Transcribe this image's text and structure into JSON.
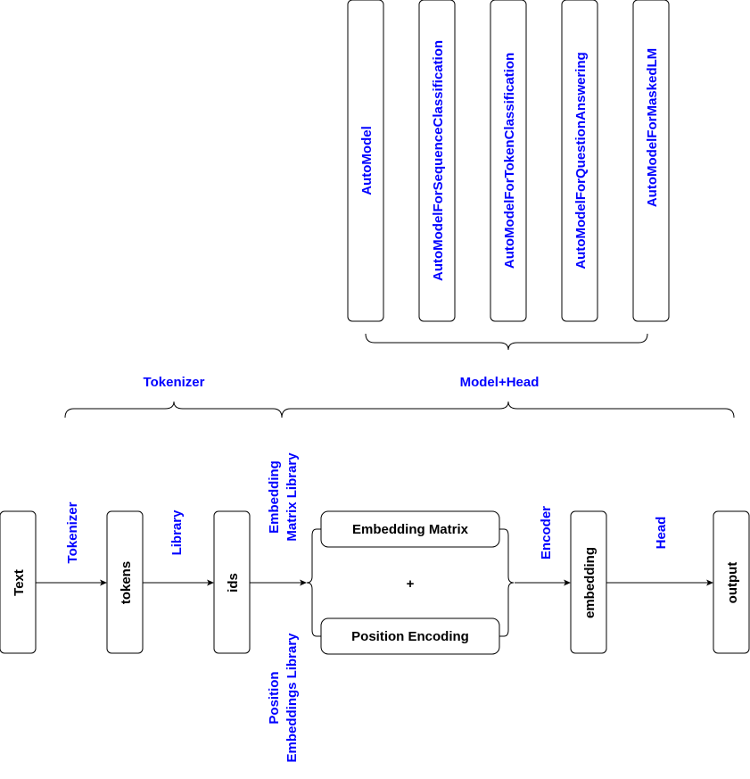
{
  "auto_models": [
    "AutoModel",
    "AutoModelForSequenceClassification",
    "AutoModelForTokenClassification",
    "AutoModelForQuestionAnswering",
    "AutoModelForMaskedLM"
  ],
  "groups": {
    "tokenizer": "Tokenizer",
    "model_head": "Model+Head"
  },
  "nodes": {
    "text": "Text",
    "tokens": "tokens",
    "ids": "ids",
    "embedding_matrix": "Embedding Matrix",
    "plus": "+",
    "position_encoding": "Position Encoding",
    "embedding": "embedding",
    "output": "output"
  },
  "edges": {
    "tokenizer": "Tokenizer",
    "library": "Library",
    "embedding_matrix_library": [
      "Embedding",
      "Matrix Library"
    ],
    "position_embeddings_library": [
      "Position",
      "Embeddings Library"
    ],
    "encoder": "Encoder",
    "head": "Head"
  },
  "colors": {
    "accent_text": "#0000ff",
    "node_text": "#000000",
    "stroke": "#000000"
  }
}
